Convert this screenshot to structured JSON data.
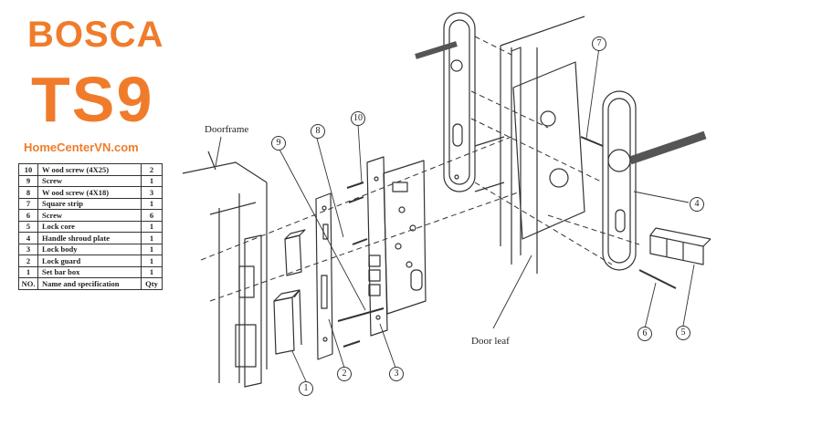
{
  "brand": {
    "name": "BOSCA",
    "model": "TS9",
    "website": "HomeCenterVN.com"
  },
  "parts_table": {
    "header": {
      "no": "NO.",
      "spec": "Name and specification",
      "qty": "Qty"
    },
    "rows": [
      {
        "no": "10",
        "spec": "W ood screw (4X25)",
        "qty": "2"
      },
      {
        "no": "9",
        "spec": "Screw",
        "qty": "1"
      },
      {
        "no": "8",
        "spec": "W ood screw (4X18)",
        "qty": "3"
      },
      {
        "no": "7",
        "spec": "Square strip",
        "qty": "1"
      },
      {
        "no": "6",
        "spec": "Screw",
        "qty": "6"
      },
      {
        "no": "5",
        "spec": "Lock core",
        "qty": "1"
      },
      {
        "no": "4",
        "spec": "Handle shroud plate",
        "qty": "1"
      },
      {
        "no": "3",
        "spec": "Lock body",
        "qty": "1"
      },
      {
        "no": "2",
        "spec": "Lock guard",
        "qty": "1"
      },
      {
        "no": "1",
        "spec": "Set bar box",
        "qty": "1"
      }
    ]
  },
  "diagram": {
    "doorframe_label": "Doorframe",
    "doorleaf_label": "Door leaf",
    "callouts": [
      "1",
      "2",
      "3",
      "4",
      "5",
      "6",
      "7",
      "8",
      "9",
      "10"
    ]
  }
}
